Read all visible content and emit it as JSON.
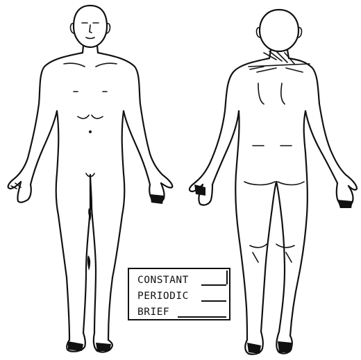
{
  "legend": {
    "items": [
      {
        "label": "CONSTANT"
      },
      {
        "label": "PERIODIC"
      },
      {
        "label": "BRIEF"
      }
    ]
  }
}
